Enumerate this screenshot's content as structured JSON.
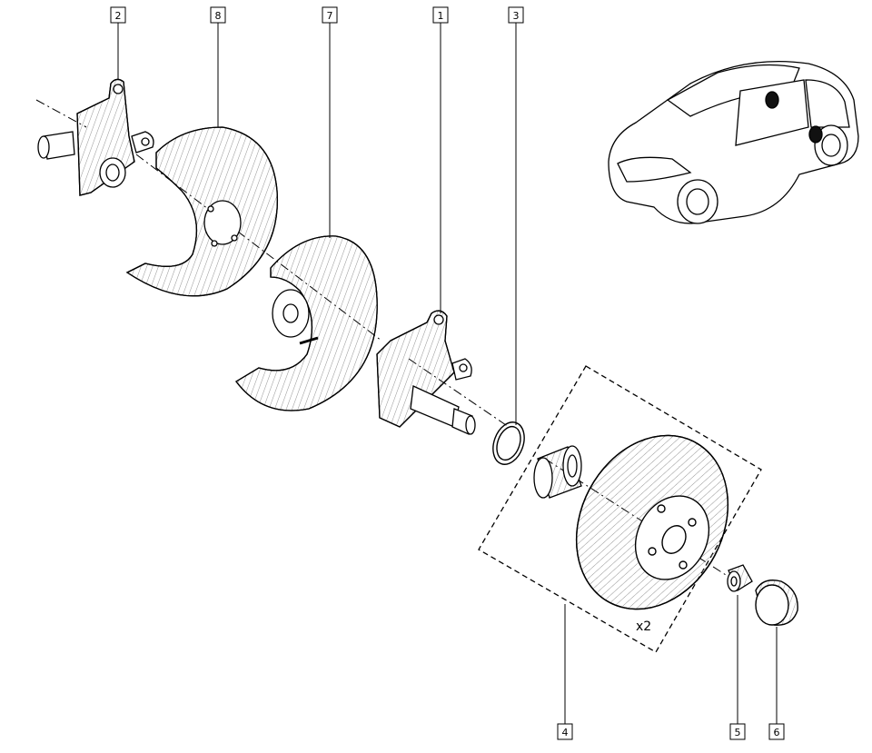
{
  "callouts": [
    {
      "id": "1",
      "label": "1"
    },
    {
      "id": "2",
      "label": "2"
    },
    {
      "id": "3",
      "label": "3"
    },
    {
      "id": "4",
      "label": "4"
    },
    {
      "id": "5",
      "label": "5"
    },
    {
      "id": "6",
      "label": "6"
    },
    {
      "id": "7",
      "label": "7"
    },
    {
      "id": "8",
      "label": "8"
    }
  ],
  "quantity_label": "x2",
  "colors": {
    "line": "#000000",
    "fill": "#ffffff",
    "hatch": "#555555",
    "marker": "#111111"
  }
}
